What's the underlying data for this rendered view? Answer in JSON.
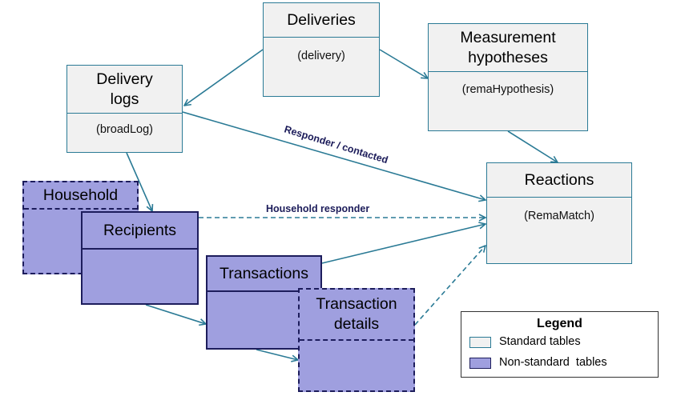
{
  "tables": {
    "deliveries": {
      "title": "Deliveries",
      "internal": "(delivery)"
    },
    "measurement_hypotheses": {
      "title": "Measurement\nhypotheses",
      "internal": "(remaHypothesis)"
    },
    "delivery_logs": {
      "title": "Delivery\nlogs",
      "internal": "(broadLog)"
    },
    "reactions": {
      "title": "Reactions",
      "internal": "(RemaMatch)"
    },
    "household": {
      "title": "Household"
    },
    "recipients": {
      "title": "Recipients"
    },
    "transactions": {
      "title": "Transactions"
    },
    "transaction_details": {
      "title": "Transaction\ndetails"
    }
  },
  "links": {
    "responder_contacted": "Responder / contacted",
    "household_responder": "Household responder"
  },
  "legend": {
    "title": "Legend",
    "standard": "Standard tables",
    "non_standard": "Non-standard  tables"
  },
  "colors": {
    "standard_fill": "#f1f1f1",
    "standard_border": "#2a7a95",
    "non_standard_fill": "#9f9fdf",
    "non_standard_border": "#1d1d5c",
    "arrow": "#2a7a95",
    "label": "#1c1c5a"
  }
}
